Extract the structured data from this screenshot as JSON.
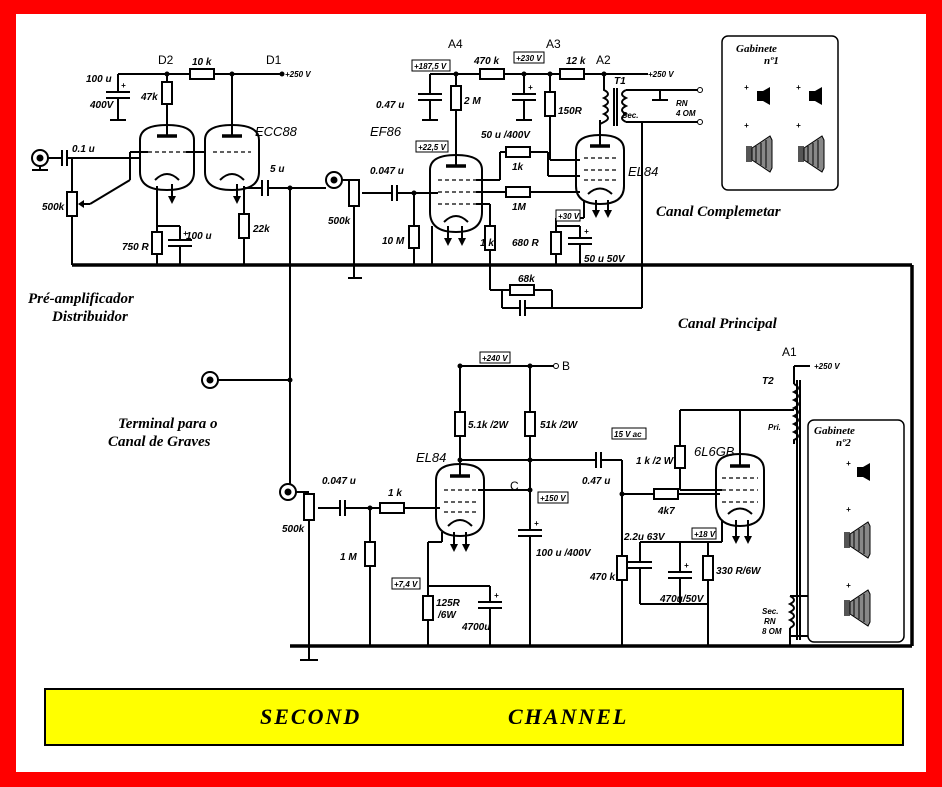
{
  "labels": {
    "d2": "D2",
    "d1": "D1",
    "a4": "A4",
    "a3": "A3",
    "a2": "A2",
    "a1": "A1",
    "b": "B",
    "c": "C",
    "t1": "T1",
    "t2": "T2",
    "ecc88": "ECC88",
    "ef86": "EF86",
    "el84_top": "EL84",
    "el84_bot": "EL84",
    "sixl6gb": "6L6GB",
    "r10k": "10 k",
    "r47k": "47k",
    "c100u_top": "100 u",
    "v400": "400V",
    "v250_d1": "+250 V",
    "c01u": "0.1 u",
    "pot500k_1": "500k",
    "r750": "750 R",
    "c100u_k": "100 u",
    "r22k": "22k",
    "c5u": "5 u",
    "v1875": "+187,5 V",
    "r470k": "470 k",
    "v230": "+230 V",
    "r12k": "12 k",
    "v250_a2": "+250 V",
    "c047u_top": "0.47 u",
    "r2m": "2 M",
    "c50u": "50 u /400V",
    "r150": "150R",
    "sec1": "Sec.",
    "rn1": "RN",
    "ohm1": "4 OM",
    "v225": "+22,5 V",
    "r1k_g2": "1k",
    "c0047u": "0.047 u",
    "pot500k_2": "500k",
    "r1m_fb": "1M",
    "v30": "+30 V",
    "r10m": "10 M",
    "r1k_k": "1 k",
    "r680": "680 R",
    "c50u50v": "50 u 50V",
    "r68k": "68k",
    "v240": "+240 V",
    "r5k1": "5.1k /2W",
    "r51k": "51k /2W",
    "v15ac": "15 V ac",
    "c047u_mid": "0.47 u",
    "r1k2w": "1 k /2 W",
    "v250_a1": "+250 V",
    "pri": "Pri.",
    "r1k_grid": "1 k",
    "c0047u_b": "0.047 u",
    "r4k7": "4k7",
    "v150": "+150 V",
    "pot500k_3": "500k",
    "r1m_b": "1 M",
    "v74": "+7,4 V",
    "c22u": "2.2u 63V",
    "v18": "+18 V",
    "r125": "125R",
    "r125w": "/6W",
    "c4700": "4700u",
    "c100u400v": "100 u /400V",
    "r470k_b": "470 k",
    "c470u": "470u/50V",
    "r330": "330 R/6W",
    "sec2": "Sec.",
    "rn2": "RN",
    "ohm2": "8 OM"
  },
  "sections": {
    "pre_line1": "Pré-amplificador",
    "pre_line2": "Distribuidor",
    "canal_comp": "Canal Complemetar",
    "canal_principal": "Canal Principal",
    "terminal_line1": "Terminal para o",
    "terminal_line2": "Canal de Graves"
  },
  "gabinete1": {
    "line1": "Gabinete",
    "line2": "nº1"
  },
  "gabinete2": {
    "line1": "Gabinete",
    "line2": "nº2"
  },
  "banner": {
    "word1": "SECOND",
    "word2": "CHANNEL"
  },
  "colors": {
    "frame": "#ff0000",
    "banner": "#ffff00"
  }
}
